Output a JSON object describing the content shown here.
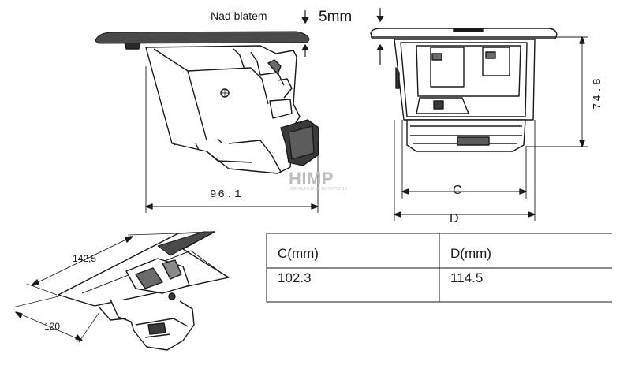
{
  "labels": {
    "above_counter": "Nad blatem",
    "clearance": "5mm",
    "width_front": "96.1",
    "height_side": "74.8",
    "dim_c": "C",
    "dim_d": "D",
    "iso_length": "142,5",
    "iso_depth": "120"
  },
  "watermark": {
    "name": "HIMP",
    "tagline": "INSTALACJE ELEKTRYCZNE"
  },
  "table": {
    "headers": [
      "C(mm)",
      "D(mm)"
    ],
    "rows": [
      [
        "102.3",
        "114.5"
      ]
    ]
  },
  "colors": {
    "line": "#1a1a1a",
    "watermark": "#bdbdbd"
  }
}
